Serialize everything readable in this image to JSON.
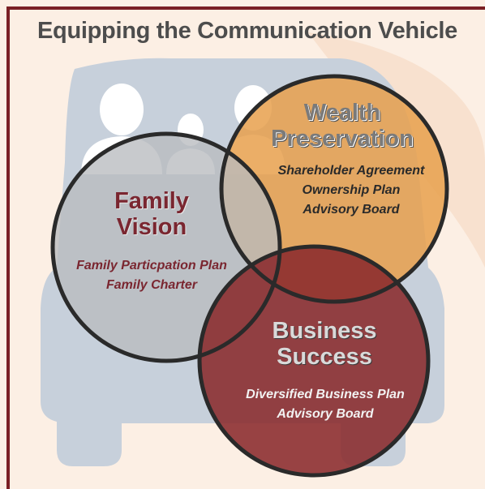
{
  "title": "Equipping the Communication Vehicle",
  "circles": {
    "family": {
      "title_line1": "Family",
      "title_line2": "Vision",
      "items": [
        "Family Particpation Plan",
        "Family Charter"
      ],
      "color": "#b9bbbf"
    },
    "wealth": {
      "title_line1": "Wealth",
      "title_line2": "Preservation",
      "items": [
        "Shareholder Agreement",
        "Ownership Plan",
        "Advisory Board"
      ],
      "color": "#e8a04c"
    },
    "business": {
      "title_line1": "Business",
      "title_line2": "Success",
      "items": [
        "Diversified Business Plan",
        "Advisory Board"
      ],
      "color": "#8a2a2c"
    }
  },
  "colors": {
    "border": "#7a1f24",
    "background": "#fcefe4",
    "vehicle": "#c7d0db",
    "outline": "#2a2a2a"
  }
}
